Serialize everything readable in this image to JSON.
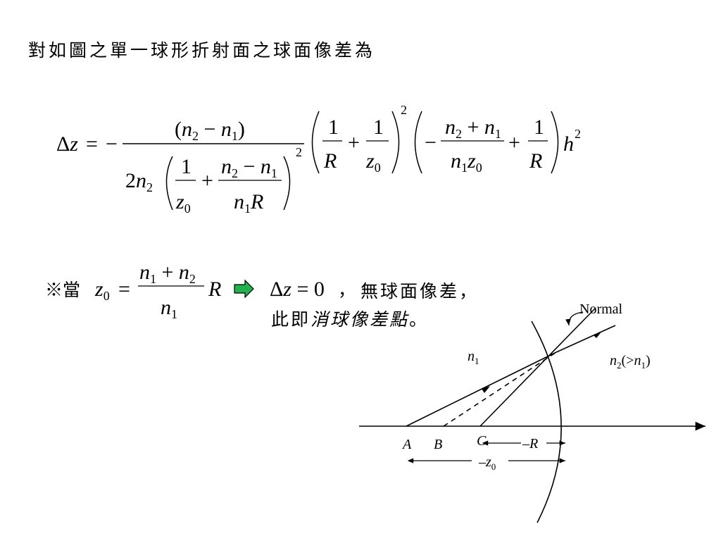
{
  "slide": {
    "title": "對如圖之單一球形折射面之球面像差為",
    "formula": {
      "lhs": "Δz = −",
      "numerator": "(n2 − n1)",
      "denominator": "2n2 (1/z0 + (n2 − n1)/(n1 R))^2",
      "factor1": "(1/R + 1/z0)^2",
      "factor2": "(−(n2 + n1)/(n1 z0) + 1/R)",
      "tail": "h^2"
    },
    "condition": {
      "mark": "※當",
      "expression": "z0 = (n1 + n2) R / n1",
      "result": "Δz = 0",
      "comma": "，",
      "text1": "無球面像差，",
      "text2_prefix": "此即",
      "text2_emph": "消球像差點",
      "text2_suffix": "。"
    }
  },
  "diagram": {
    "normal_label": "Normal",
    "n1_label": "n1",
    "n2_label": "n2(>n1)",
    "point_a": "A",
    "point_b": "B",
    "point_c": "C",
    "radius_label": "–R",
    "z0_label": "–z0"
  }
}
